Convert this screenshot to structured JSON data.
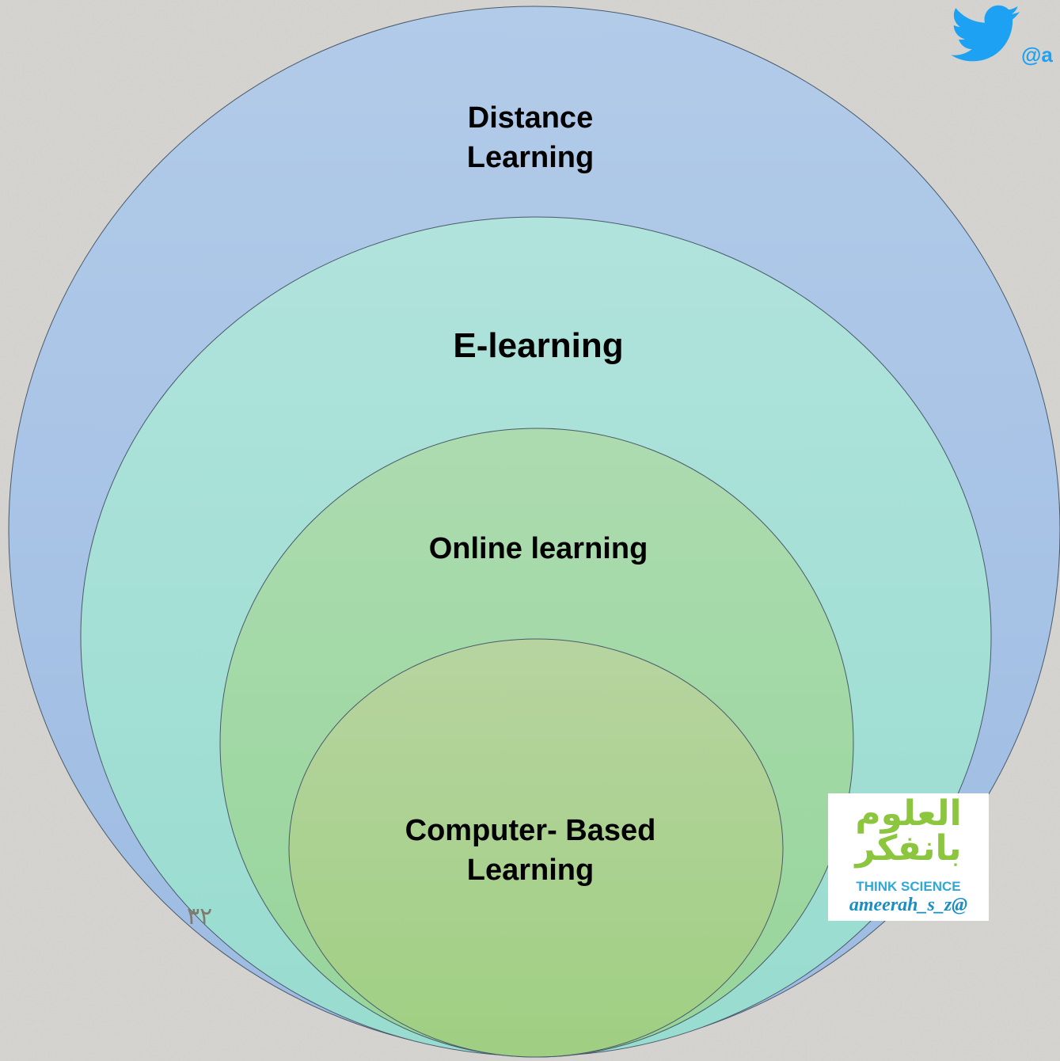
{
  "diagram": {
    "type": "nested-circles",
    "levels": [
      {
        "id": "distance",
        "label_lines": [
          "Distance",
          "Learning"
        ],
        "fill": "#a9c4e6"
      },
      {
        "id": "elearning",
        "label_lines": [
          "E-learning"
        ],
        "fill": "#a7e0d8"
      },
      {
        "id": "online",
        "label_lines": [
          "Online learning"
        ],
        "fill": "#a5d8a8"
      },
      {
        "id": "cbl",
        "label_lines": [
          "Computer- Based",
          "Learning"
        ],
        "fill": "#b0d09a"
      }
    ]
  },
  "slide_number": "٣٢",
  "twitter": {
    "icon": "twitter-bird-icon",
    "handle": "@a",
    "color": "#1da1f2"
  },
  "logo": {
    "arabic": "العلوم بانفكر",
    "tagline": "THINK SCIENCE",
    "handle": "ameerah_s_z@"
  },
  "colors": {
    "background": "#d8d6d2"
  }
}
